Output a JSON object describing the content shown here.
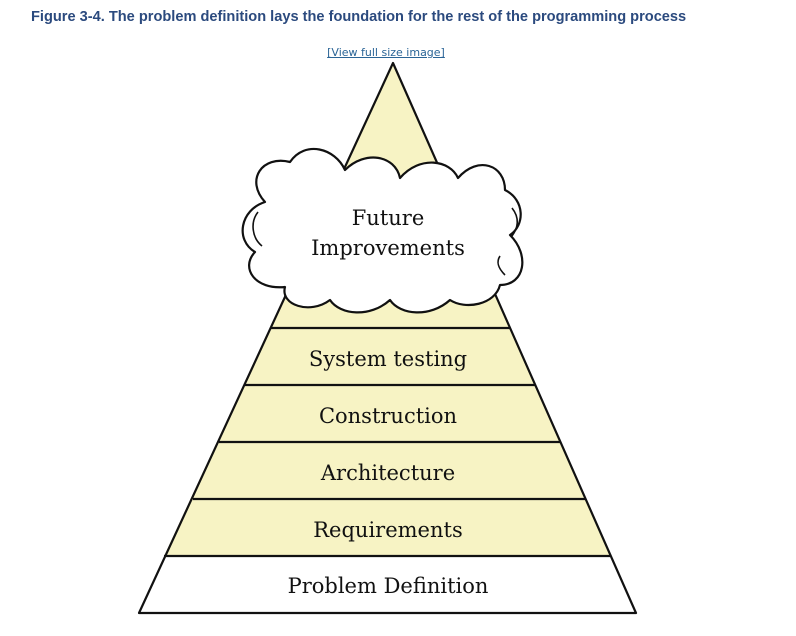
{
  "figure": {
    "caption": "Figure 3-4. The problem definition lays the foundation for the rest of the programming process",
    "view_full_size_link": "[View full size image]"
  },
  "pyramid": {
    "cloud_line1": "Future",
    "cloud_line2": "Improvements",
    "layers": [
      "System testing",
      "Construction",
      "Architecture",
      "Requirements",
      "Problem Definition"
    ]
  },
  "colors": {
    "layer_fill": "#f7f3c4",
    "base_fill": "#ffffff",
    "outline": "#111111",
    "caption": "#2b4a7e",
    "link": "#2a6496"
  }
}
